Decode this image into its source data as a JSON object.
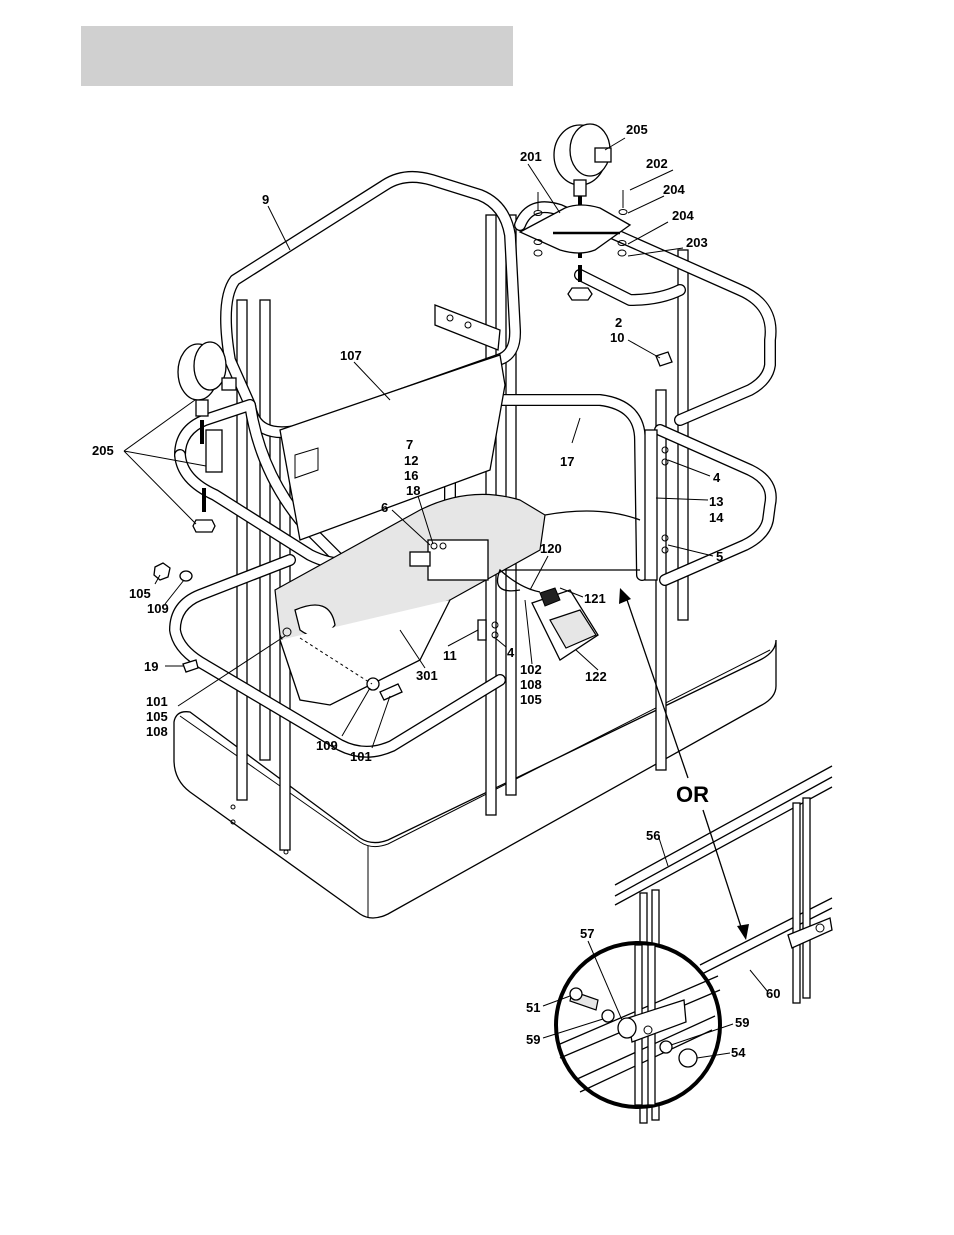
{
  "header": {
    "title": ""
  },
  "callouts": {
    "c9": "9",
    "c107": "107",
    "c205_top": "205",
    "c201": "201",
    "c202": "202",
    "c204a": "204",
    "c204b": "204",
    "c203": "203",
    "c2": "2",
    "c10": "10",
    "c205_left": "205",
    "c7": "7",
    "c12": "12",
    "c16": "16",
    "c18": "18",
    "c17": "17",
    "c4a": "4",
    "c13": "13",
    "c14": "14",
    "c6": "6",
    "c5": "5",
    "c120": "120",
    "c121": "121",
    "c105a": "105",
    "c109a": "109",
    "c19": "19",
    "c11": "11",
    "c4b": "4",
    "c301": "301",
    "c102": "102",
    "c108a": "108",
    "c105b": "105",
    "c122": "122",
    "c101a": "101",
    "c105c": "105",
    "c108b": "108",
    "c109b": "109",
    "c101b": "101",
    "or": "OR",
    "c56": "56",
    "c57": "57",
    "c51": "51",
    "c59a": "59",
    "c59b": "59",
    "c54": "54",
    "c60": "60"
  }
}
